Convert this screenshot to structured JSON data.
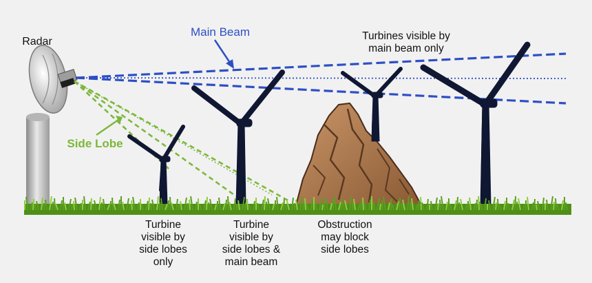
{
  "labels": {
    "radar": "Radar",
    "main_beam": "Main Beam",
    "side_lobe": "Side Lobe",
    "turbines_main_beam_only": "Turbines visible by\nmain beam only",
    "turbine_side_lobes_only": "Turbine\nvisible by\nside lobes\nonly",
    "turbine_side_and_main": "Turbine\nvisible by\nside lobes &\nmain beam",
    "obstruction": "Obstruction\nmay block\nside lobes"
  },
  "colors": {
    "main_beam": "#2d4fc4",
    "side_lobe": "#7cb83a",
    "turbine": "#0f1733",
    "rock": "#a9744a",
    "grass": "#5a9e1e",
    "background": "#f1f1f1"
  },
  "icons": [
    "radar-dish-icon",
    "wind-turbine-icon",
    "rock-obstruction-icon",
    "grass-icon"
  ]
}
